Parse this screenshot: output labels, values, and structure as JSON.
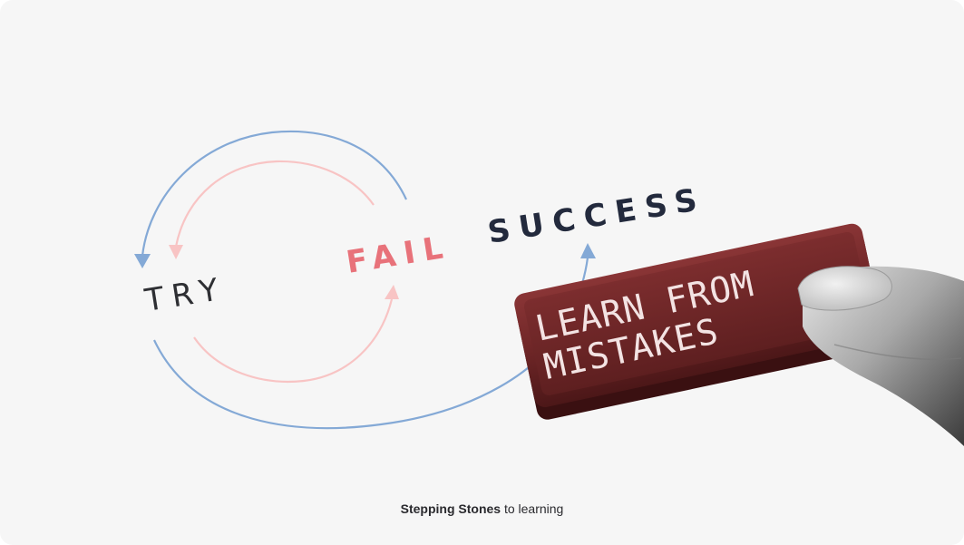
{
  "diagram": {
    "try_label": "TRY",
    "fail_label": "FAIL",
    "success_label": "SUCCESS",
    "key_line1": "LEARN FROM",
    "key_line2": "MISTAKES"
  },
  "caption": {
    "brand": "Stepping Stones",
    "rest": "to learning"
  },
  "colors": {
    "background": "#f6f6f6",
    "outer_loop": "#84a9d6",
    "inner_loop": "#f8c4c4",
    "fail": "#e8727a",
    "success": "#232a3d",
    "key": "#6b2526"
  },
  "icons": [
    "finger-illustration",
    "keycap-illustration"
  ]
}
